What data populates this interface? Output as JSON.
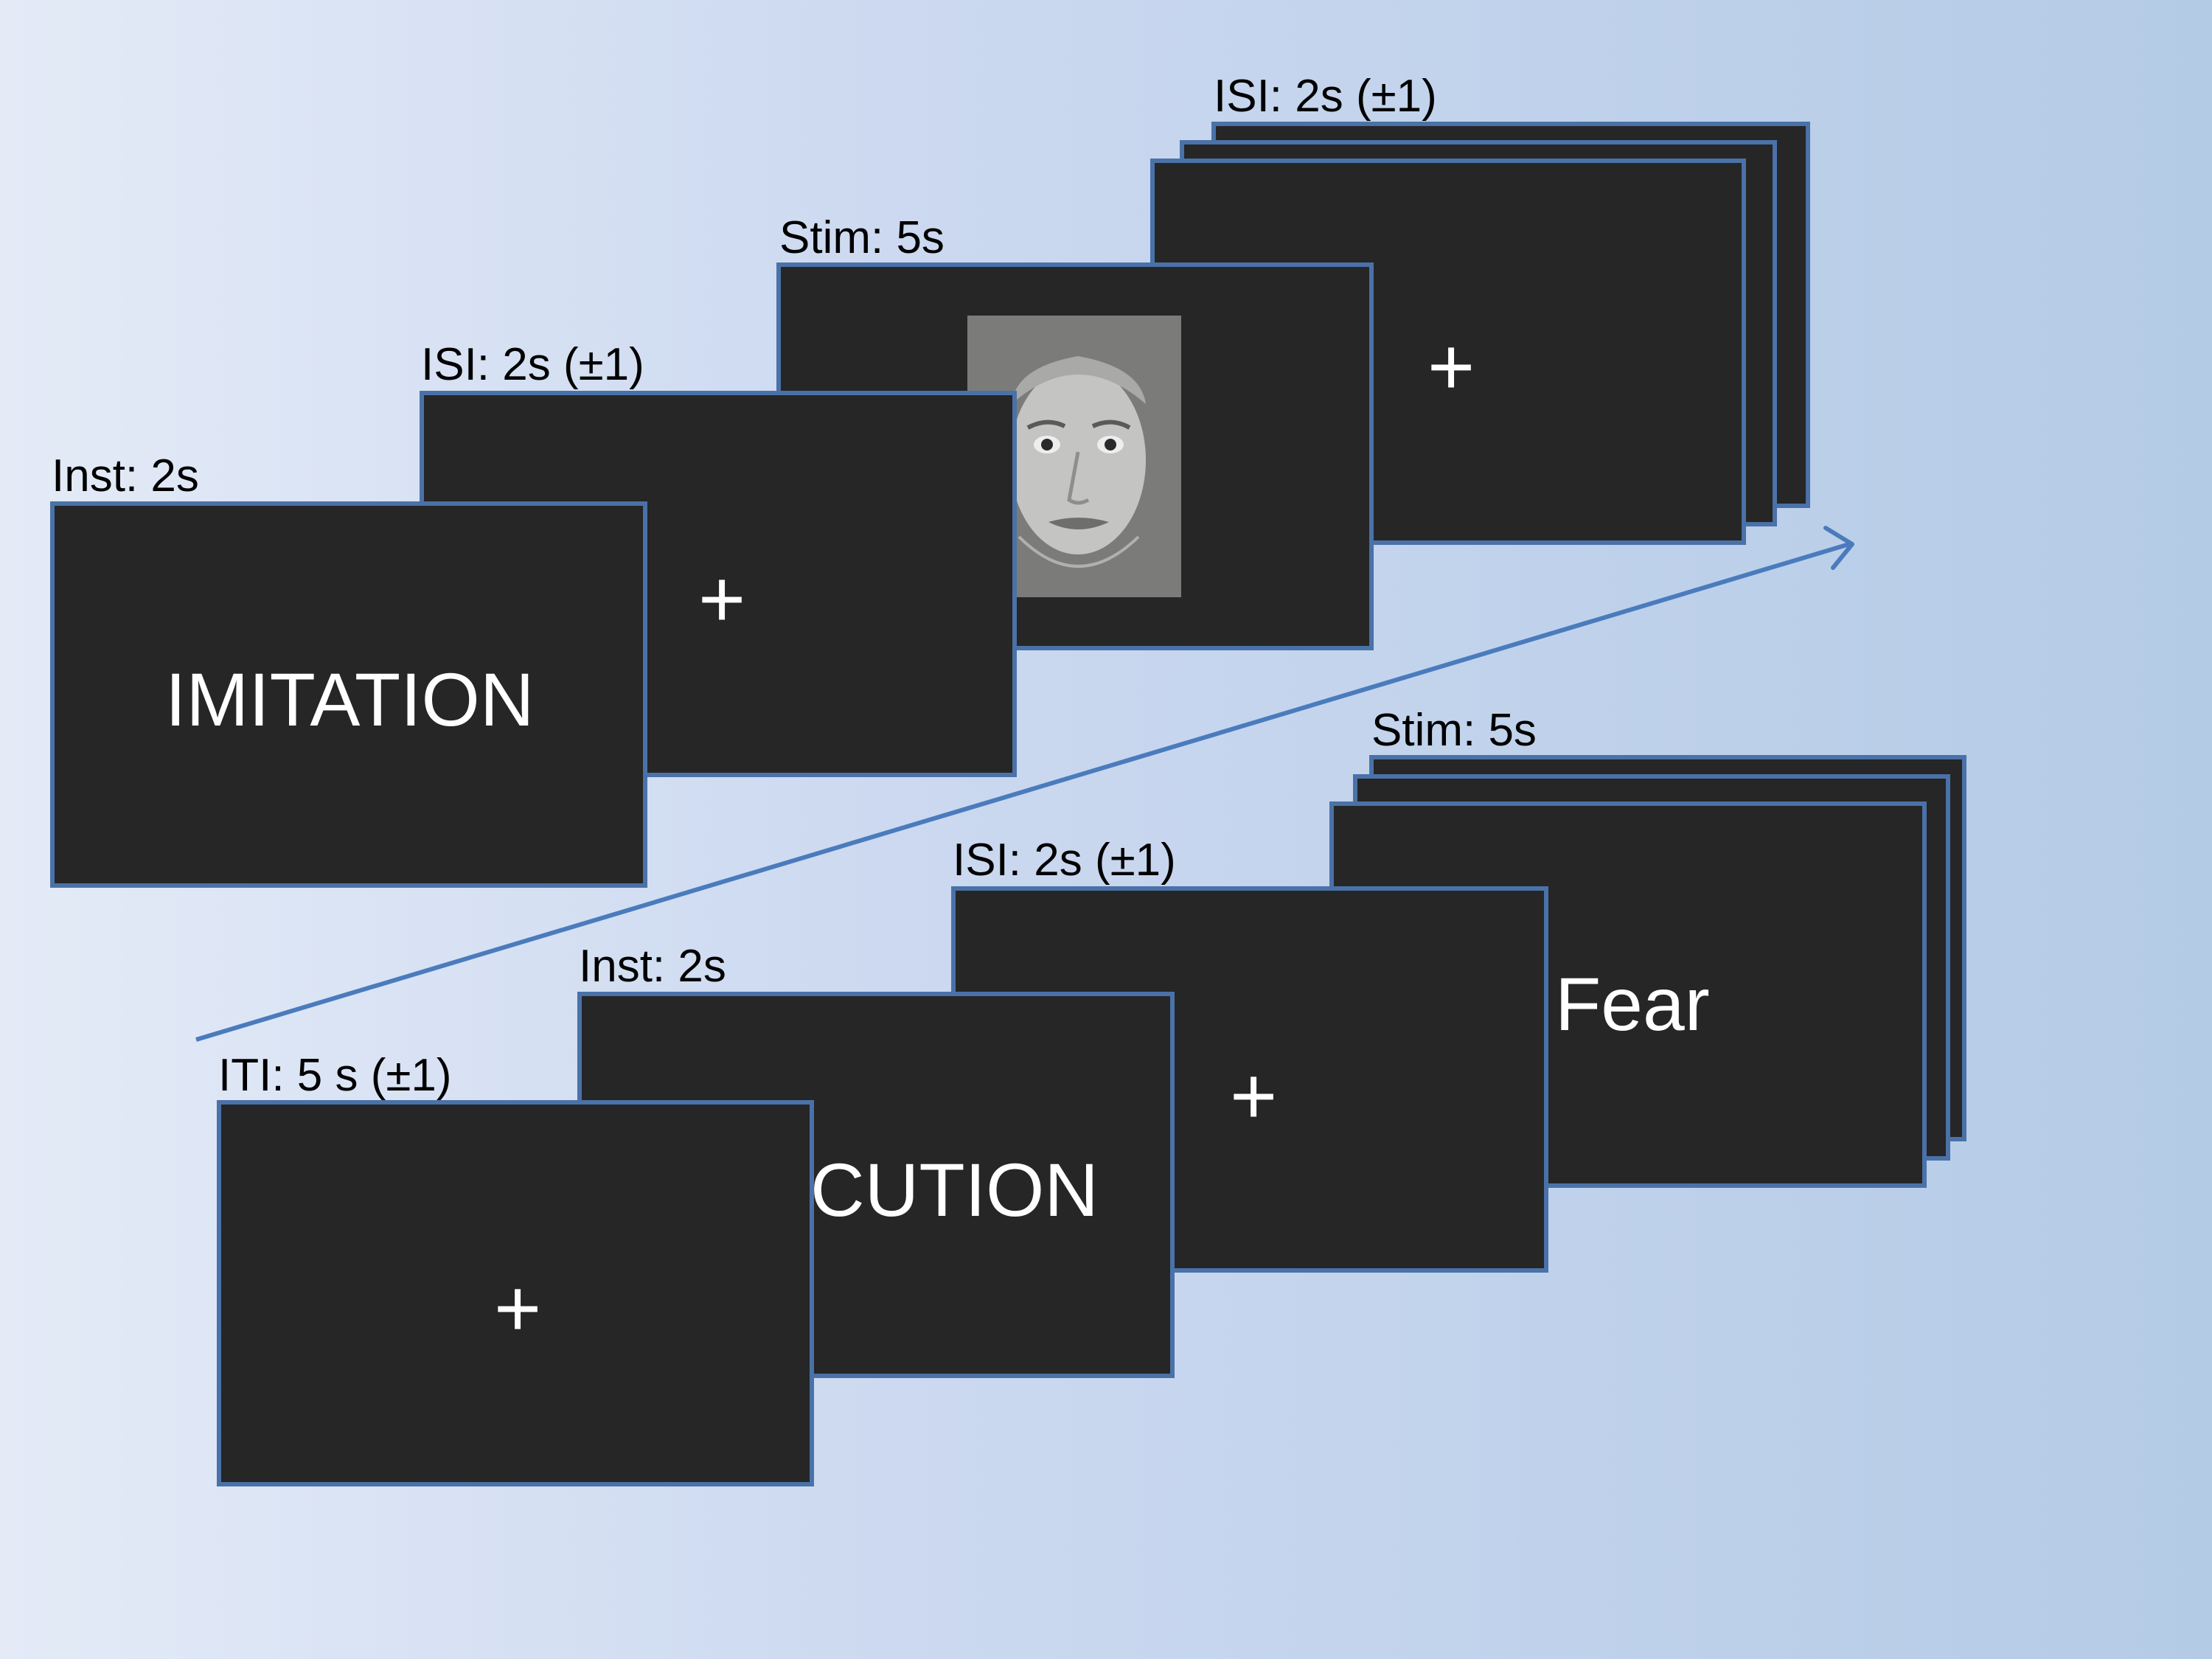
{
  "colors": {
    "screen_fill": "#262626",
    "screen_border": "#4a72a8",
    "arrow": "#4a7bbd",
    "background_left": "#e4ebf7",
    "background_right": "#b4cbe6"
  },
  "icons": {
    "fixation": "plus-cross",
    "stimulus": "fearful-face-photo",
    "time_arrow": "arrow-right"
  },
  "imitation_sequence": {
    "instruction": {
      "caption": "Inst: 2s",
      "word": "IMITATION"
    },
    "isi_1": {
      "caption": "ISI: 2s (±1)",
      "symbol": "+"
    },
    "stimulus": {
      "caption": "Stim: 5s"
    },
    "isi_2": {
      "caption": "ISI: 2s (±1)",
      "symbol": "+"
    }
  },
  "execution_sequence": {
    "iti": {
      "caption": "ITI: 5 s (±1)",
      "symbol": "+"
    },
    "instruction": {
      "caption": "Inst: 2s",
      "word": "CUTION"
    },
    "isi": {
      "caption": "ISI: 2s (±1)",
      "symbol": "+"
    },
    "stimulus": {
      "caption": "Stim: 5s",
      "word": "Fear"
    }
  }
}
